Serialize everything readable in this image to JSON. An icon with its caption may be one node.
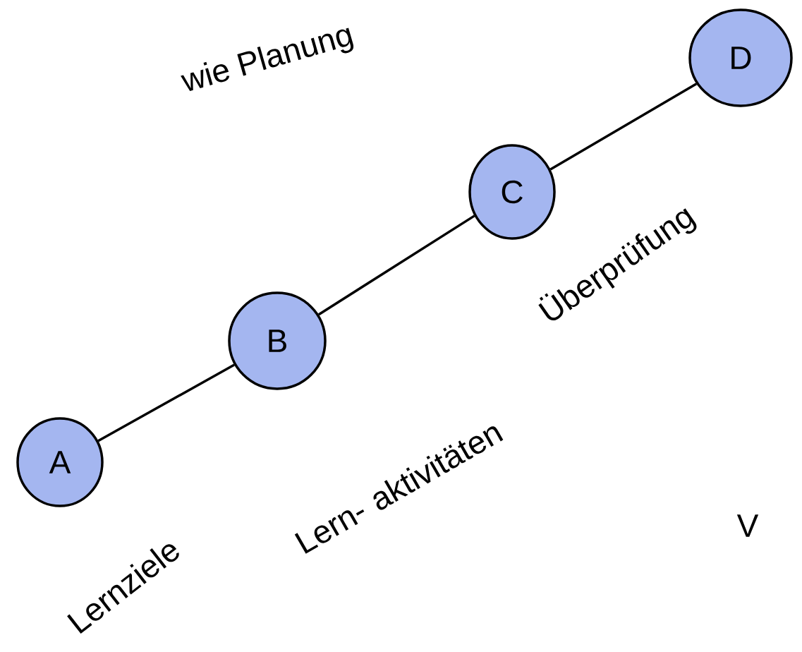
{
  "diagram": {
    "nodes": [
      {
        "text": [
          "A"
        ],
        "beside": [
          "Lernziele"
        ]
      },
      {
        "text": [
          "B"
        ],
        "beside": [
          "Lern- aktivitäten"
        ]
      },
      {
        "text": [
          "C"
        ],
        "beside": [
          "Überprüfung"
        ]
      },
      {
        "text": [
          "D"
        ]
      }
    ],
    "edges": [
      {
        "from": 0,
        "to": 1,
        "arrow": "none"
      },
      {
        "from": 1,
        "to": 2,
        "arrow": "none"
      },
      {
        "from": 2,
        "to": 3,
        "arrow": "none"
      }
    ],
    "labels": [
      "wie Planung",
      "V"
    ]
  }
}
